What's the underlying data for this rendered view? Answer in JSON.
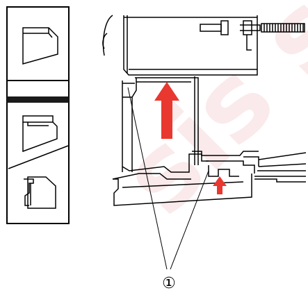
{
  "colors": {
    "line": "#000000",
    "arrow": "#e8382f",
    "watermark": "#f6d9dc",
    "separator": "#1a1a1a"
  },
  "watermark_text": "sis ski",
  "icons": [
    "tray-icon-outline",
    "tray-icon-extended",
    "tray-icon-open"
  ],
  "callout": {
    "label": "①"
  }
}
